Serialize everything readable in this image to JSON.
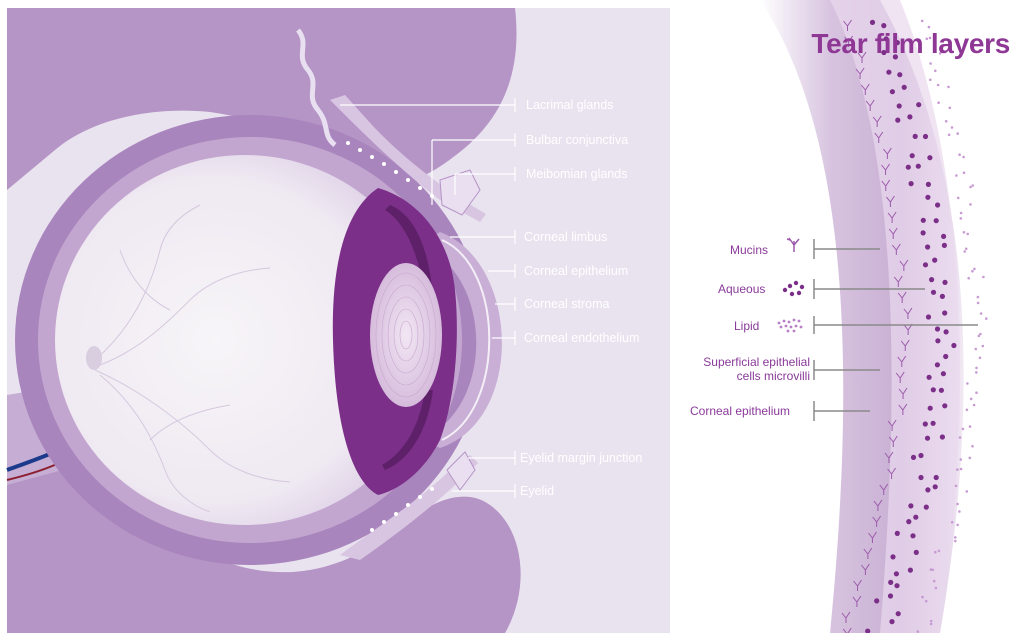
{
  "title": "Tear film layers",
  "eye_labels": [
    "Lacrimal glands",
    "Bulbar conjunctiva",
    "Meibomian glands",
    "Corneal limbus",
    "Corneal epithelium",
    "Corneal stroma",
    "Corneal endothelium",
    "Eyelid margin junction",
    "Eyelid"
  ],
  "layer_labels": [
    "Mucins",
    "Aqueous",
    "Lipid",
    "Superficial epithelial\ncells microvilli",
    "Corneal epithelium"
  ],
  "colors": {
    "background_panel": "#e9e2ef",
    "lid_purple": "#b594c6",
    "eyeball_white": "#f4f1f6",
    "iris_purple": "#7b2f88",
    "lens": "#e2cfe6",
    "title": "#8e3795",
    "vessel_blue": "#1c3a8c",
    "vessel_red": "#8b1f2f"
  },
  "icons": [
    "mucin-icon",
    "aqueous-icon",
    "lipid-icon"
  ]
}
